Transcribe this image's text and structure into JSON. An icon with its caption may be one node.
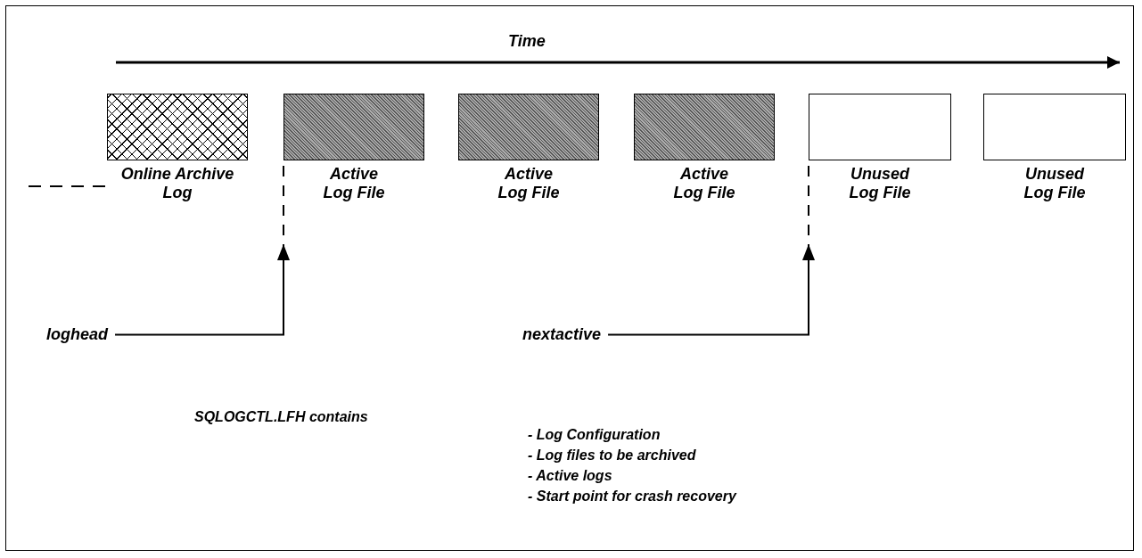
{
  "diagram": {
    "nodes": [
      {
        "text": [
          "Online Archive Log"
        ]
      },
      {
        "text": [
          "Active Log File"
        ]
      },
      {
        "text": [
          "Active Log File"
        ]
      },
      {
        "text": [
          "Active Log File"
        ]
      },
      {
        "text": [
          "Unused Log File"
        ]
      },
      {
        "text": [
          "Unused Log File"
        ]
      },
      {
        "text": [
          "loghead"
        ]
      },
      {
        "text": [
          "nextactive"
        ]
      }
    ],
    "edges": [
      {
        "from": 6,
        "to": 1,
        "arrow": "to"
      },
      {
        "from": 7,
        "to": 4,
        "arrow": "to"
      },
      {
        "from": null,
        "to": 0,
        "arrow": "none",
        "style": "dashed"
      }
    ],
    "labels": [
      "Time",
      "SQLOGCTL.LFH contains",
      "- Log Configuration",
      "- Log files to be archived",
      "- Active logs",
      "- Start point for crash recovery"
    ]
  }
}
